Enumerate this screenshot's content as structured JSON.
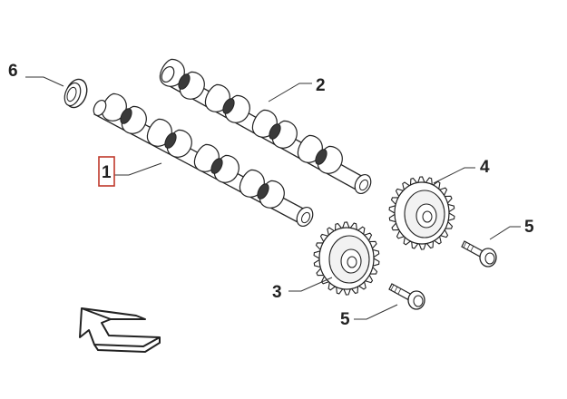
{
  "diagram": {
    "callouts": [
      {
        "id": "1",
        "label": "1",
        "part": "camshaft-intake",
        "selected": true
      },
      {
        "id": "2",
        "label": "2",
        "part": "camshaft-exhaust"
      },
      {
        "id": "3",
        "label": "3",
        "part": "gear-lower"
      },
      {
        "id": "4",
        "label": "4",
        "part": "gear-upper"
      },
      {
        "id": "5a",
        "label": "5",
        "part": "bolt-right"
      },
      {
        "id": "5b",
        "label": "5",
        "part": "bolt-lower"
      },
      {
        "id": "6",
        "label": "6",
        "part": "seal-ring"
      }
    ],
    "colors": {
      "line": "#222222",
      "selection": "#c0392b",
      "background": "#ffffff"
    },
    "icons": {
      "direction_arrow": "hollow-arrow-icon"
    }
  }
}
